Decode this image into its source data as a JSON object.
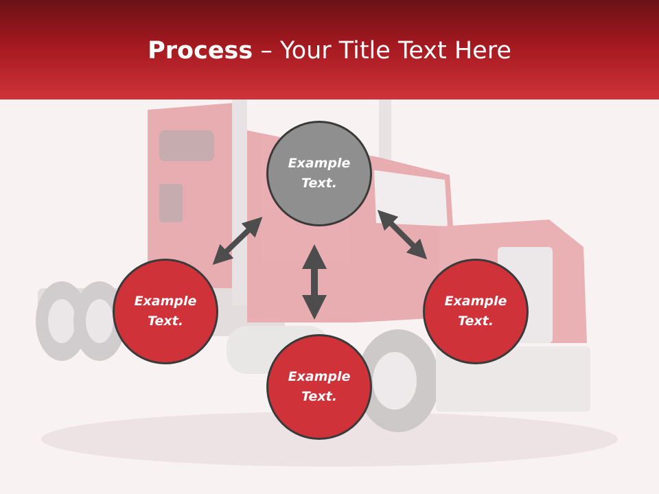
{
  "slide": {
    "title_bold": "Process",
    "title_rest": " – Your Title Text Here"
  },
  "diagram": {
    "center": "Example\nText.",
    "left": "Example\nText.",
    "right": "Example\nText.",
    "bottom": "Example\nText."
  },
  "colors": {
    "header_top": "#6a1216",
    "header_bottom": "#d0333a",
    "circle_red": "#d0323a",
    "circle_grey": "#8f8f8f",
    "arrow": "#4d4d4d"
  },
  "icons": [
    "double-arrow-icon",
    "truck-image"
  ]
}
